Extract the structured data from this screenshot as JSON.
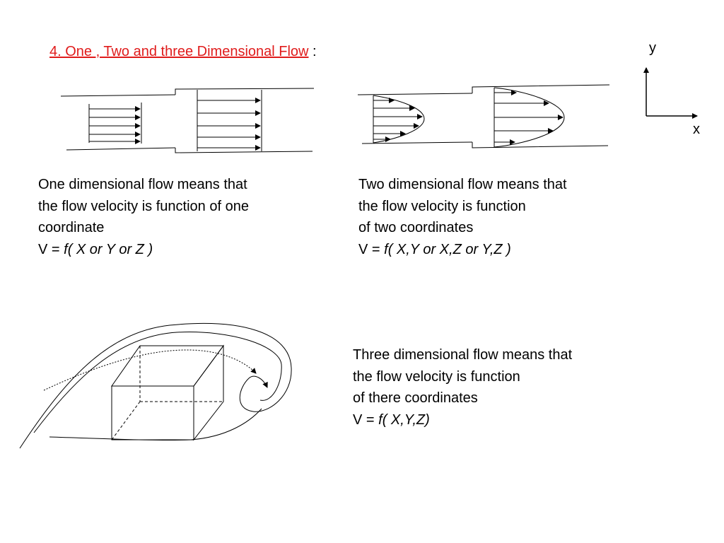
{
  "slide": {
    "title_link": "4. One , Two and three Dimensional Flow",
    "title_suffix": " :",
    "axes": {
      "y": "y",
      "x": "x"
    },
    "one_d": {
      "line1": " One dimensional flow means that",
      "line2": "the flow velocity is function of one",
      "line3": "coordinate",
      "eq_prefix": "V = ",
      "eq_func": "f( X  or Y  or Z  )"
    },
    "two_d": {
      "line1": " Two dimensional flow means that",
      "line2": "the flow velocity is function",
      "line3": "of  two coordinates",
      "eq_prefix": "V = ",
      "eq_func": "f( X,Y  or X,Z  or Y,Z )"
    },
    "three_d": {
      "line1": " Three dimensional flow means that",
      "line2": "the flow velocity is function",
      "line3": "of  there coordinates",
      "eq_prefix": "V = ",
      "eq_func": "f( X,Y,Z)"
    },
    "colors": {
      "title_link": "#e01b1b",
      "ink": "#000000"
    }
  }
}
